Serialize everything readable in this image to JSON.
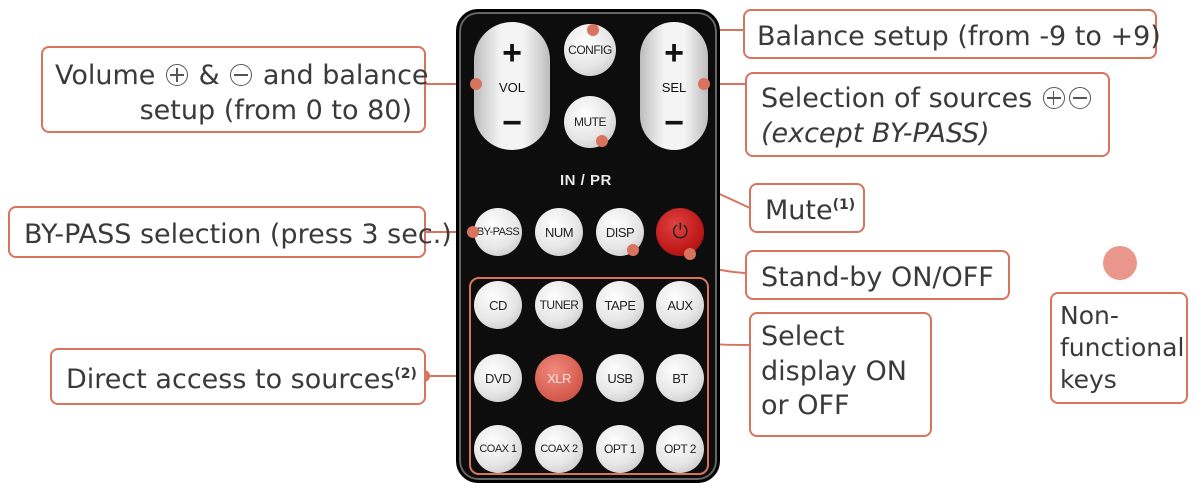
{
  "callouts": {
    "volume": {
      "line1_pre": "Volume",
      "line1_amp": "&",
      "line1_post": "and balance",
      "line2": "setup (from 0 to 80)"
    },
    "balance": {
      "text": "Balance setup (from -9 to +9)"
    },
    "selection": {
      "line1": "Selection of sources",
      "line2": "(except BY-PASS)"
    },
    "mute": {
      "text": "Mute",
      "note": "(1)"
    },
    "bypass": {
      "text": "BY-PASS selection (press 3 sec.)"
    },
    "standby": {
      "text": "Stand-by ON/OFF"
    },
    "display": {
      "line1": "Select",
      "line2": "display ON",
      "line3": "or OFF"
    },
    "direct": {
      "text": "Direct access to sources",
      "note": "(2)"
    },
    "legend": {
      "line1": "Non-",
      "line2": "functional",
      "line3": "keys"
    }
  },
  "remote": {
    "vol": {
      "plus": "+",
      "label": "VOL",
      "minus": "−"
    },
    "sel": {
      "plus": "+",
      "label": "SEL",
      "minus": "−"
    },
    "config": "CONFIG",
    "mute": "MUTE",
    "in_pr": "IN / PR",
    "row1": [
      "BY-PASS",
      "NUM",
      "DISP",
      "⏻"
    ],
    "sources": [
      [
        "CD",
        "TUNER",
        "TAPE",
        "AUX"
      ],
      [
        "DVD",
        "XLR",
        "USB",
        "BT"
      ],
      [
        "COAX 1",
        "COAX 2",
        "OPT 1",
        "OPT 2"
      ]
    ]
  },
  "colors": {
    "accent": "#d8735e",
    "legend_dot": "#e8978a",
    "remote_body": "#0d0d0d",
    "power_button": "#c01a1a"
  }
}
